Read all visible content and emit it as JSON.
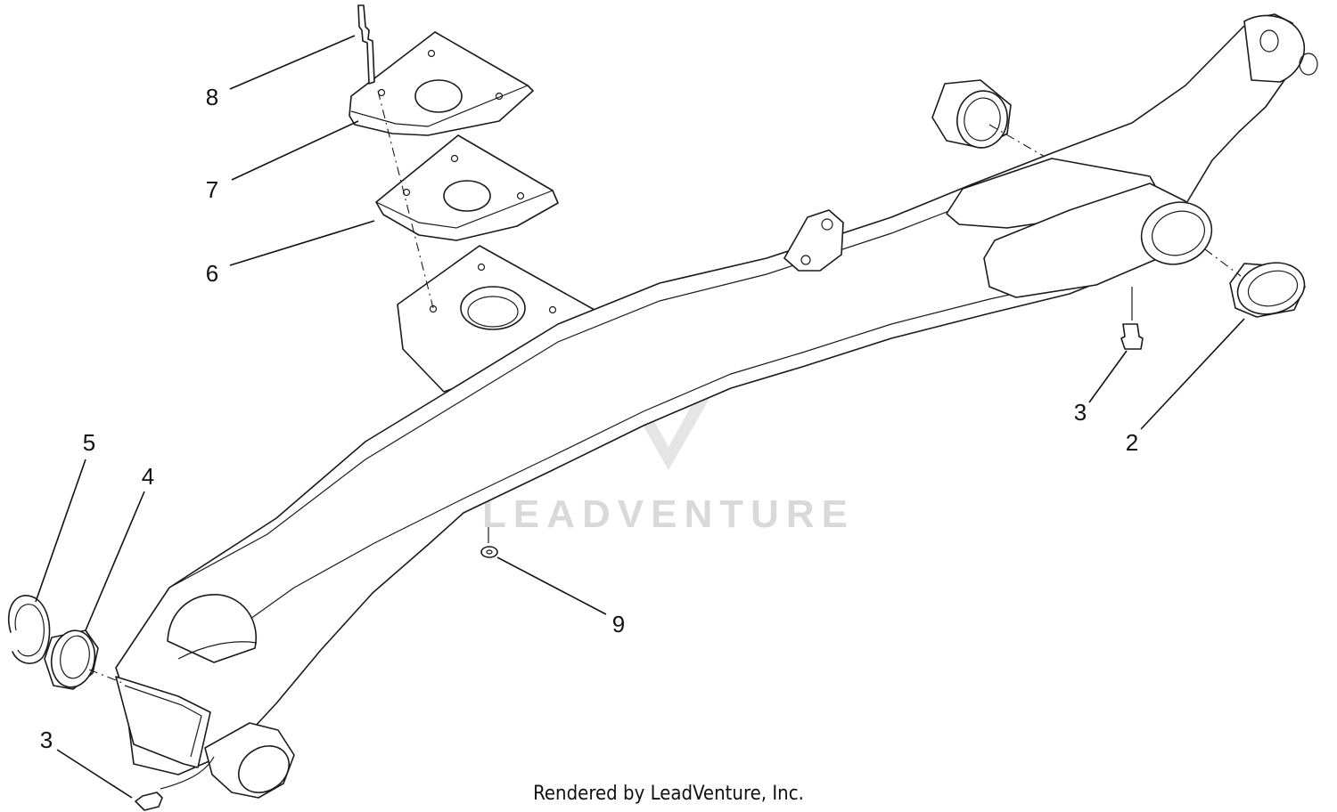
{
  "callouts": [
    {
      "id": "8",
      "label": "8"
    },
    {
      "id": "7",
      "label": "7"
    },
    {
      "id": "6",
      "label": "6"
    },
    {
      "id": "5",
      "label": "5"
    },
    {
      "id": "4",
      "label": "4"
    },
    {
      "id": "3a",
      "label": "3"
    },
    {
      "id": "3b",
      "label": "3"
    },
    {
      "id": "2",
      "label": "2"
    },
    {
      "id": "9",
      "label": "9"
    }
  ],
  "watermark": {
    "text": "LEADVENTURE"
  },
  "footer": {
    "text": "Rendered by LeadVenture, Inc."
  }
}
